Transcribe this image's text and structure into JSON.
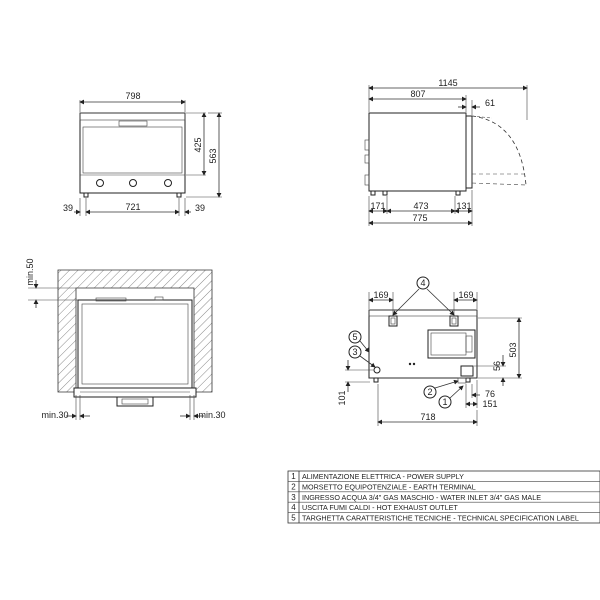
{
  "front_view": {
    "width_total": "798",
    "height_body": "425",
    "height_total": "563",
    "left_offset": "39",
    "feet_span": "721",
    "right_offset": "39"
  },
  "side_view": {
    "depth_total": "1145",
    "depth_body": "807",
    "door_thickness": "61",
    "bottom_left": "171",
    "bottom_mid": "473",
    "bottom_right": "131",
    "bottom_total": "775"
  },
  "installation_view": {
    "top_clearance": "min.50",
    "left_clearance": "min.30",
    "right_clearance": "min.30"
  },
  "rear_view": {
    "left_offset": "169",
    "right_offset": "169",
    "height_503": "503",
    "height_56": "56",
    "height_101": "101",
    "width_718": "718",
    "dim_76": "76",
    "dim_151": "151",
    "callouts": [
      "1",
      "2",
      "3",
      "4",
      "5"
    ]
  },
  "legend": [
    {
      "num": "1",
      "text": "ALIMENTAZIONE ELETTRICA - POWER SUPPLY"
    },
    {
      "num": "2",
      "text": "MORSETTO EQUIPOTENZIALE - EARTH TERMINAL"
    },
    {
      "num": "3",
      "text": "INGRESSO ACQUA 3/4\" GAS MASCHIO - WATER INLET 3/4\" GAS MALE"
    },
    {
      "num": "4",
      "text": "USCITA FUMI CALDI - HOT EXHAUST OUTLET"
    },
    {
      "num": "5",
      "text": "TARGHETTA CARATTERISTICHE TECNICHE - TECHNICAL SPECIFICATION LABEL"
    }
  ]
}
